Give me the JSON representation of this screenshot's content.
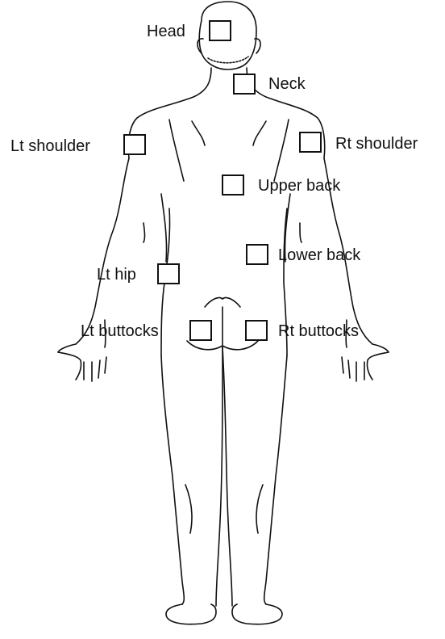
{
  "diagram": {
    "sites": [
      {
        "id": "head",
        "label": "Head",
        "checked": false
      },
      {
        "id": "neck",
        "label": "Neck",
        "checked": false
      },
      {
        "id": "lt-shoulder",
        "label": "Lt shoulder",
        "checked": false
      },
      {
        "id": "rt-shoulder",
        "label": "Rt shoulder",
        "checked": false
      },
      {
        "id": "upper-back",
        "label": "Upper back",
        "checked": false
      },
      {
        "id": "lower-back",
        "label": "Lower back",
        "checked": false
      },
      {
        "id": "lt-hip",
        "label": "Lt hip",
        "checked": false
      },
      {
        "id": "lt-buttocks",
        "label": "Lt buttocks",
        "checked": false
      },
      {
        "id": "rt-buttocks",
        "label": "Rt buttocks",
        "checked": false
      }
    ],
    "line_color": "#111111",
    "background_color": "#ffffff"
  }
}
